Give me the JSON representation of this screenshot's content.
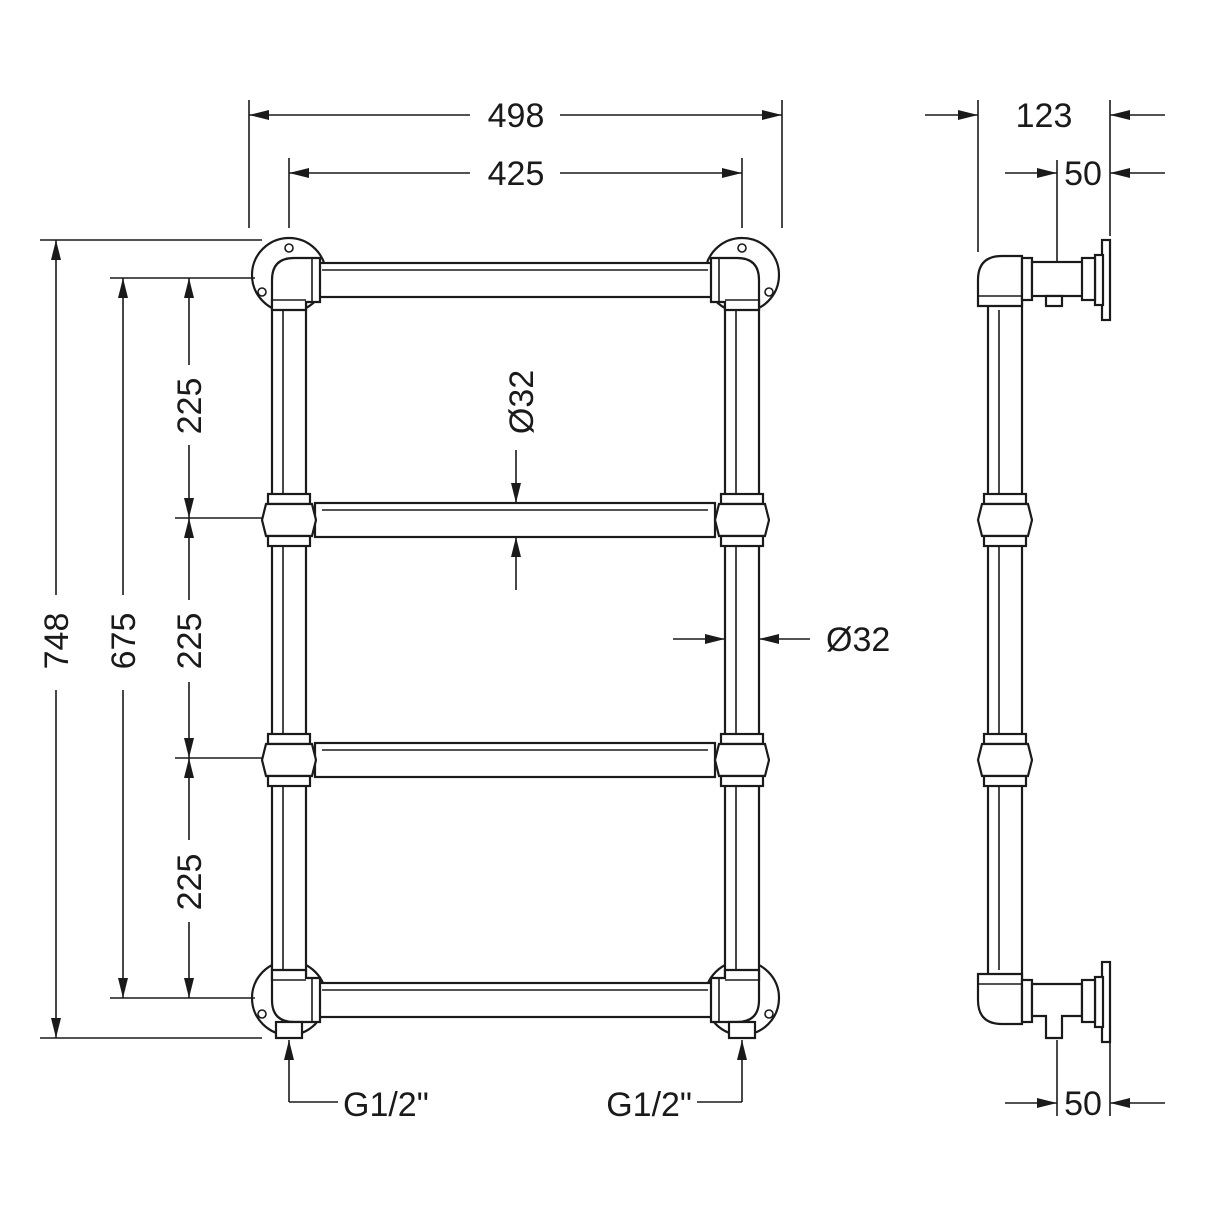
{
  "front_view": {
    "dim_overall_width": "498",
    "dim_centre_width": "425",
    "dim_overall_height": "748",
    "dim_centre_height": "675",
    "dim_rail_spacing_top": "225",
    "dim_rail_spacing_middle": "225",
    "dim_rail_spacing_bottom": "225",
    "dim_rail_diameter": "Ø32",
    "dim_leg_diameter": "Ø32",
    "connection_left": "G1/2\"",
    "connection_right": "G1/2\""
  },
  "side_view": {
    "dim_projection": "123",
    "dim_top_bracket": "50",
    "dim_bottom_valve": "50"
  },
  "colors": {
    "line": "#1a1a1a",
    "background": "#ffffff"
  }
}
